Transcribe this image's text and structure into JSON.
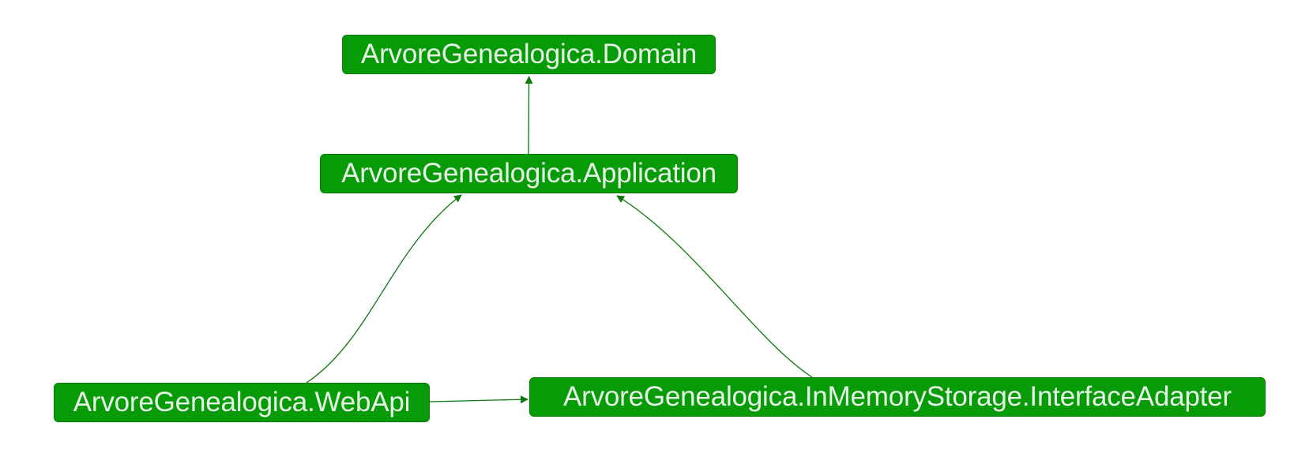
{
  "colors": {
    "node_fill": "#079b07",
    "node_text": "#e6f3e6",
    "edge": "#0b7a0b",
    "background": "#ffffff"
  },
  "nodes": [
    {
      "id": "domain",
      "label": "ArvoreGenealogica.Domain"
    },
    {
      "id": "application",
      "label": "ArvoreGenealogica.Application"
    },
    {
      "id": "webapi",
      "label": "ArvoreGenealogica.WebApi"
    },
    {
      "id": "inmemory",
      "label": "ArvoreGenealogica.InMemoryStorage.InterfaceAdapter"
    }
  ],
  "edges": [
    {
      "from": "application",
      "to": "domain"
    },
    {
      "from": "webapi",
      "to": "application"
    },
    {
      "from": "inmemory",
      "to": "application"
    },
    {
      "from": "webapi",
      "to": "inmemory"
    }
  ]
}
